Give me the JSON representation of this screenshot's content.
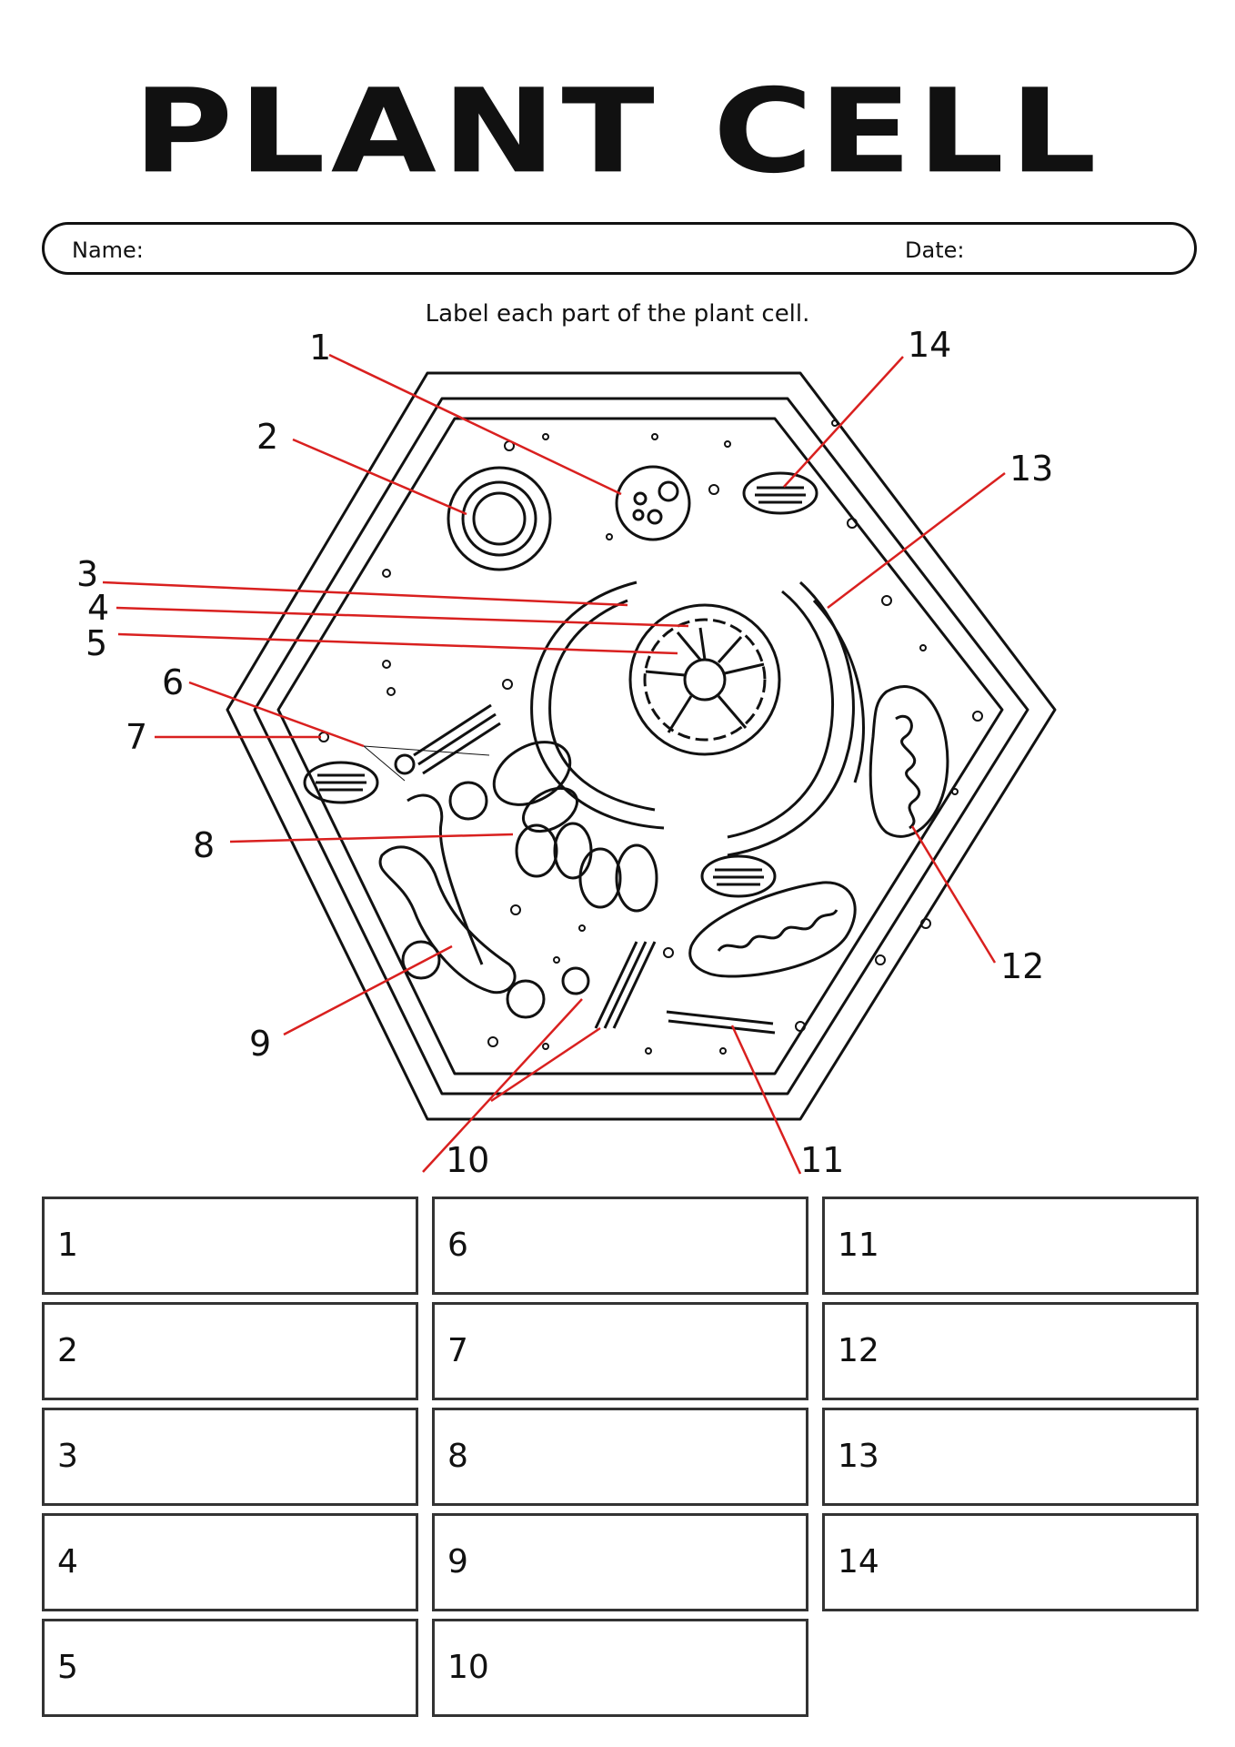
{
  "title": "PLANT CELL",
  "form": {
    "name_label": "Name:",
    "date_label": "Date:"
  },
  "instruction": "Label each part of the plant cell.",
  "diagram_labels": [
    "1",
    "2",
    "3",
    "4",
    "5",
    "6",
    "7",
    "8",
    "9",
    "10",
    "11",
    "12",
    "13",
    "14"
  ],
  "answer_boxes": [
    "1",
    "2",
    "3",
    "4",
    "5",
    "6",
    "7",
    "8",
    "9",
    "10",
    "11",
    "12",
    "13",
    "14"
  ],
  "colors": {
    "leader_line": "#d9201f",
    "ink": "#111111"
  }
}
